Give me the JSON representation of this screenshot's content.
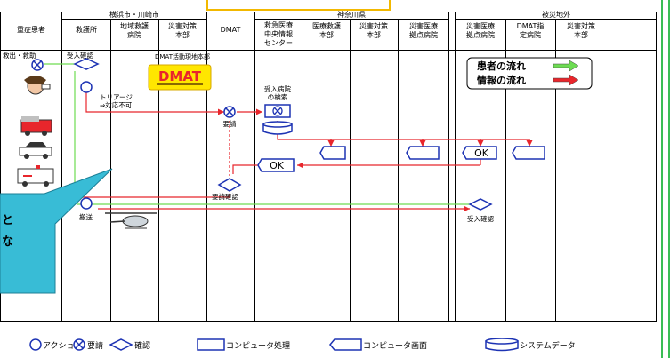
{
  "regions": {
    "yokohama": "横浜市・川崎市",
    "kanagawa": "神奈川県",
    "disaster_area": "被災地外"
  },
  "columns": {
    "patient": "重症患者",
    "ambulance": "救護所",
    "regional_hospital": [
      "地域救護",
      "病院"
    ],
    "disaster_hq": [
      "災害対策",
      "本部"
    ],
    "dmat": "DMAT",
    "emergency_center": [
      "救急医療",
      "中央情報",
      "センター"
    ],
    "medical_hq": [
      "医療救護",
      "本部"
    ],
    "disaster_hq2": [
      "災害対策",
      "本部"
    ],
    "base_hospital": [
      "災害医療",
      "拠点病院"
    ],
    "outside_base_hospital": [
      "災害医療",
      "拠点病院"
    ],
    "dmat_designated": [
      "DMAT指",
      "定病院"
    ],
    "outside_disaster_hq": [
      "災害対策",
      "本部"
    ]
  },
  "labels": {
    "rescue": "救出・救助",
    "accept_check": "受入確認",
    "dmat_site_hq": "DMAT活動現地本部",
    "dmat_logo": "DMAT",
    "triage_1": "トリアージ",
    "triage_2": "⇒対応不可",
    "request": "要請",
    "hospital_search_1": "受入病院",
    "hospital_search_2": "の検索",
    "ok_1": "OK",
    "ok_2": "OK",
    "request_check": "要請確認",
    "transport": "搬送",
    "accept_check_2": "受入確認",
    "callout_1": "と",
    "callout_2": "な"
  },
  "flow_legend": {
    "patient_flow": "患者の流れ",
    "info_flow": "情報の流れ"
  },
  "legend": {
    "action": "アクション",
    "request": "要請",
    "check": "確認",
    "computer_process": "コンピュータ処理",
    "computer_screen": "コンピュータ画面",
    "system_data": "システムデータ"
  },
  "colors": {
    "line": "#000000",
    "info_flow": "#e8262c",
    "patient_flow": "#6ddc52",
    "shape_stroke": "#1d33b4",
    "callout": "#38bcd6",
    "header_frame": "#f2b800",
    "side_bar": "#3bbd55",
    "dmat_logo": "#ffe600"
  }
}
